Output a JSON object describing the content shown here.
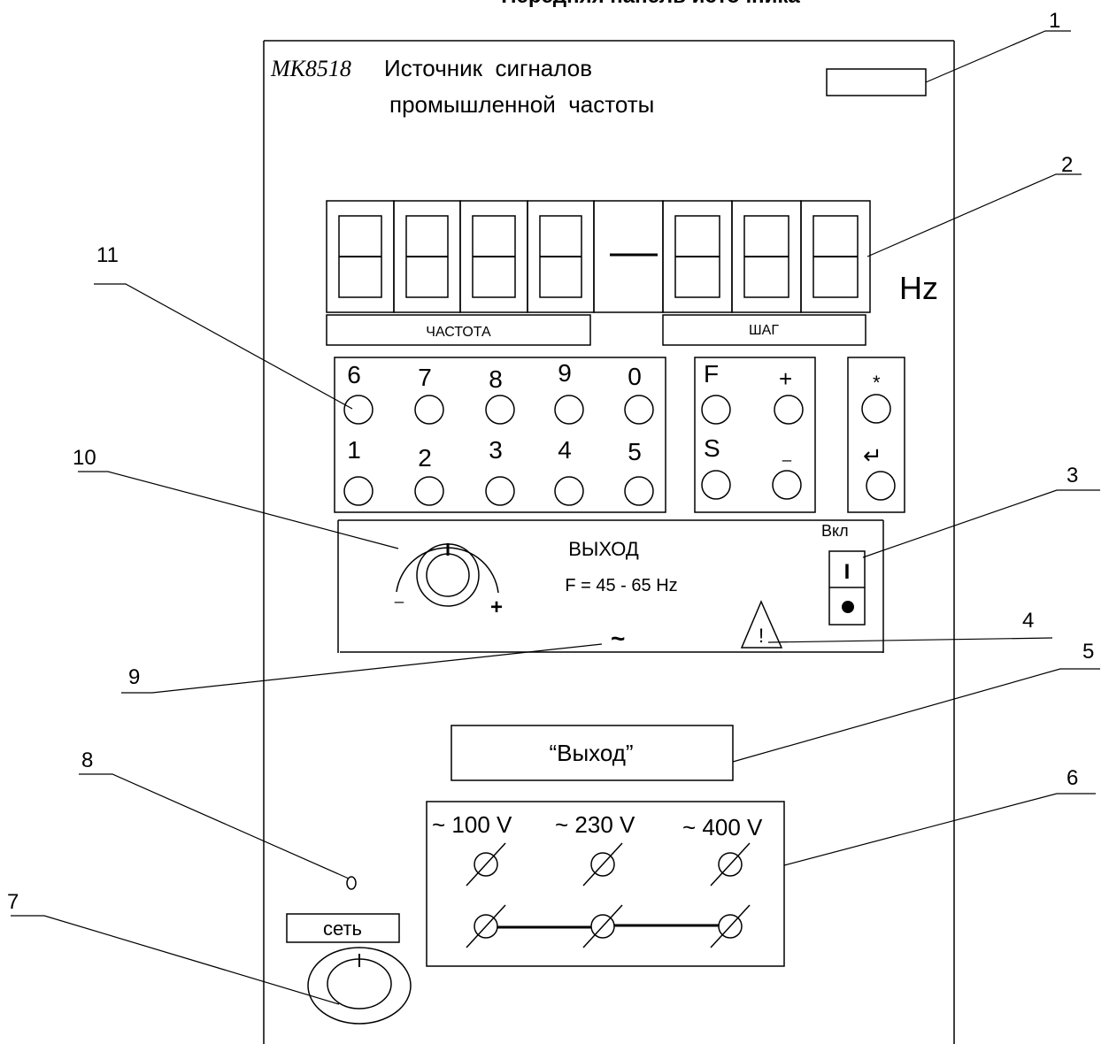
{
  "page_title": "Передняя панель источника",
  "panel": {
    "model": "МК8518",
    "title_line1": "Источник  сигналов",
    "title_line2": "промышленной  частоты"
  },
  "display": {
    "unit": "Hz",
    "frequency_label": "ЧАСТОТА",
    "step_label": "ШАГ"
  },
  "keypad": {
    "top_row": [
      "6",
      "7",
      "8",
      "9",
      "0"
    ],
    "bottom_row": [
      "1",
      "2",
      "3",
      "4",
      "5"
    ]
  },
  "function_keys": {
    "f": "F",
    "plus": "+",
    "s": "S",
    "minus": "_",
    "star": "*",
    "enter": "↵"
  },
  "output_block": {
    "title": "ВЫХОД",
    "range": "F = 45 - 65 Hz",
    "knob_minus": "_",
    "knob_plus": "+",
    "tilde": "~",
    "switch_label": "Вкл",
    "switch_on": "I",
    "warning": "!"
  },
  "output_plate": "“Выход”",
  "terminals": {
    "labels": [
      "~ 100 V",
      "~ 230 V",
      "~ 400 V"
    ]
  },
  "power": {
    "label": "сеть"
  },
  "callouts": [
    "1",
    "2",
    "3",
    "4",
    "5",
    "6",
    "7",
    "8",
    "9",
    "10",
    "11"
  ]
}
